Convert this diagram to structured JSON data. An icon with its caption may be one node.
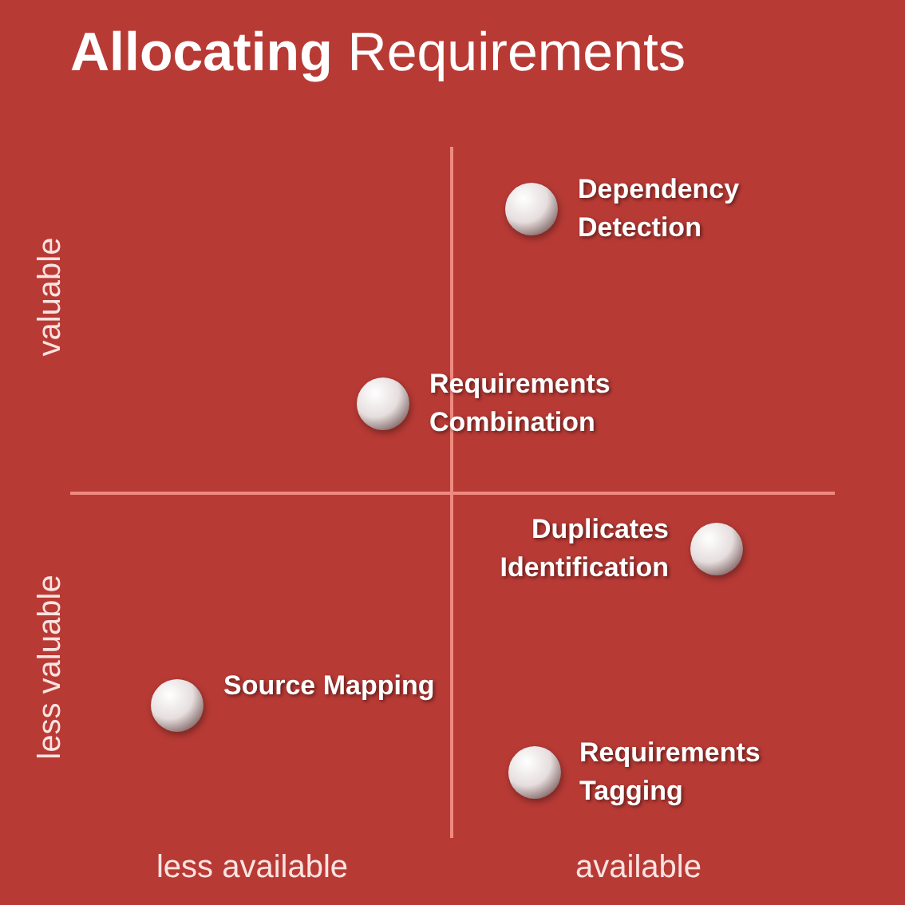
{
  "diagram": {
    "title": "**Allocating** Requirements",
    "nodes": [
      {
        "text": [],
        "shape": "circle",
        "beside": [
          "Dependency Detection"
        ]
      },
      {
        "text": [],
        "shape": "circle",
        "beside": [
          "Requirements Combination"
        ]
      },
      {
        "text": [],
        "shape": "circle",
        "beside": [
          "Duplicates Identification"
        ]
      },
      {
        "text": [],
        "shape": "circle",
        "beside": [
          "Source Mapping"
        ]
      },
      {
        "text": [],
        "shape": "circle",
        "beside": [
          "Requirements Tagging"
        ]
      }
    ],
    "labels": [
      "valuable",
      "less valuable",
      "less available",
      "available"
    ]
  }
}
